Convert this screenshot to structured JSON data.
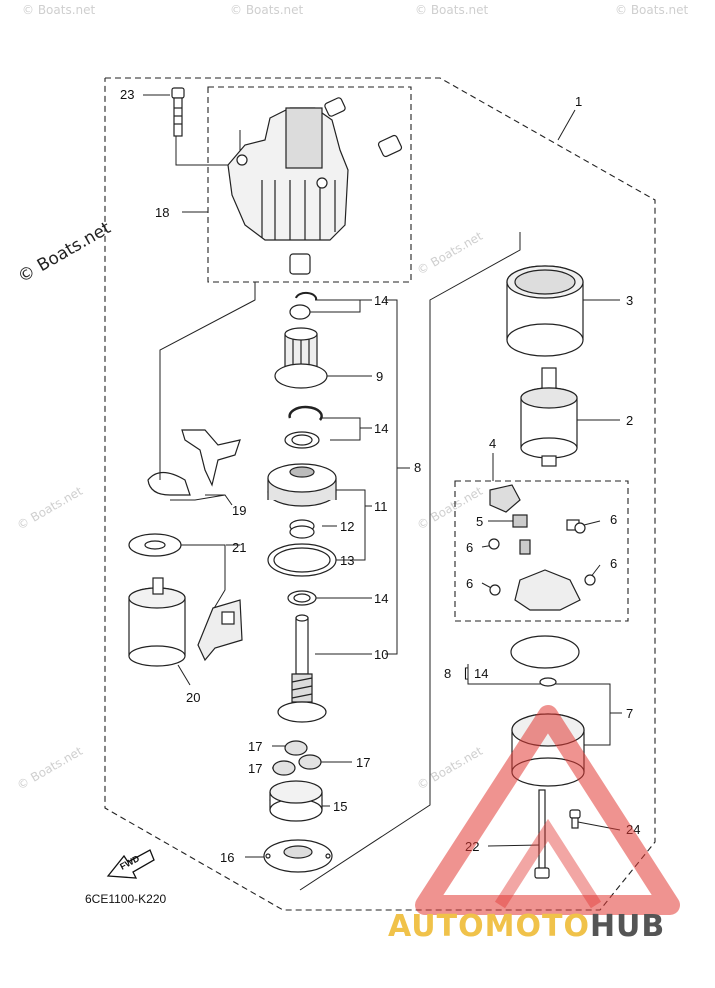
{
  "diagram_code": "6CE1100-K220",
  "fwd_label": "FWD",
  "watermark_main": "© Boats.net",
  "watermark_faint": "© Boats.net",
  "brand": {
    "part1": "AUTO",
    "part2": "MOTO",
    "part3": "HUB",
    "color1": "#f0c24a",
    "color2": "#f0c24a",
    "color3": "#555555",
    "accent": "#e23a35"
  },
  "callouts": {
    "c1": "1",
    "c2": "2",
    "c3": "3",
    "c4": "4",
    "c5": "5",
    "c6a": "6",
    "c6b": "6",
    "c6c": "6",
    "c6d": "6",
    "c7": "7",
    "c8a": "8",
    "c8b": "8",
    "c14_in_8": "14",
    "c9": "9",
    "c10": "10",
    "c11": "11",
    "c12": "12",
    "c13": "13",
    "c14a": "14",
    "c14b": "14",
    "c14c": "14",
    "c15": "15",
    "c16": "16",
    "c17a": "17",
    "c17b": "17",
    "c17c": "17",
    "c18": "18",
    "c19": "19",
    "c20": "20",
    "c21": "21",
    "c22": "22",
    "c23": "23",
    "c24": "24"
  }
}
